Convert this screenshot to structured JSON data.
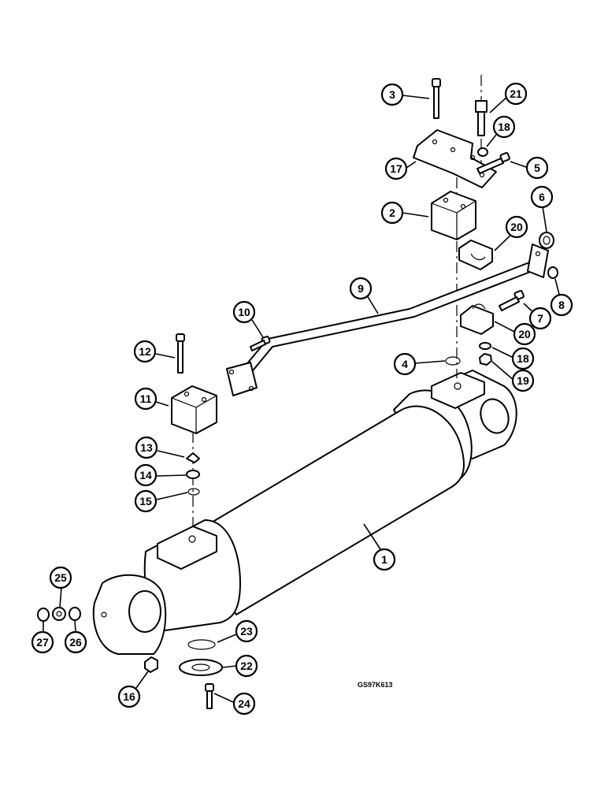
{
  "drawing_code": "GS97K613",
  "callouts": [
    {
      "id": "1",
      "label": "1"
    },
    {
      "id": "2",
      "label": "2"
    },
    {
      "id": "3",
      "label": "3"
    },
    {
      "id": "4",
      "label": "4"
    },
    {
      "id": "5",
      "label": "5"
    },
    {
      "id": "6",
      "label": "6"
    },
    {
      "id": "7",
      "label": "7"
    },
    {
      "id": "8",
      "label": "8"
    },
    {
      "id": "9",
      "label": "9"
    },
    {
      "id": "10",
      "label": "10"
    },
    {
      "id": "11",
      "label": "11"
    },
    {
      "id": "12",
      "label": "12"
    },
    {
      "id": "13",
      "label": "13"
    },
    {
      "id": "14",
      "label": "14"
    },
    {
      "id": "15",
      "label": "15"
    },
    {
      "id": "16",
      "label": "16"
    },
    {
      "id": "17",
      "label": "17"
    },
    {
      "id": "18a",
      "label": "18"
    },
    {
      "id": "18b",
      "label": "18"
    },
    {
      "id": "19",
      "label": "19"
    },
    {
      "id": "20a",
      "label": "20"
    },
    {
      "id": "20b",
      "label": "20"
    },
    {
      "id": "21",
      "label": "21"
    },
    {
      "id": "22",
      "label": "22"
    },
    {
      "id": "23",
      "label": "23"
    },
    {
      "id": "24",
      "label": "24"
    },
    {
      "id": "25",
      "label": "25"
    },
    {
      "id": "26",
      "label": "26"
    },
    {
      "id": "27",
      "label": "27"
    }
  ]
}
